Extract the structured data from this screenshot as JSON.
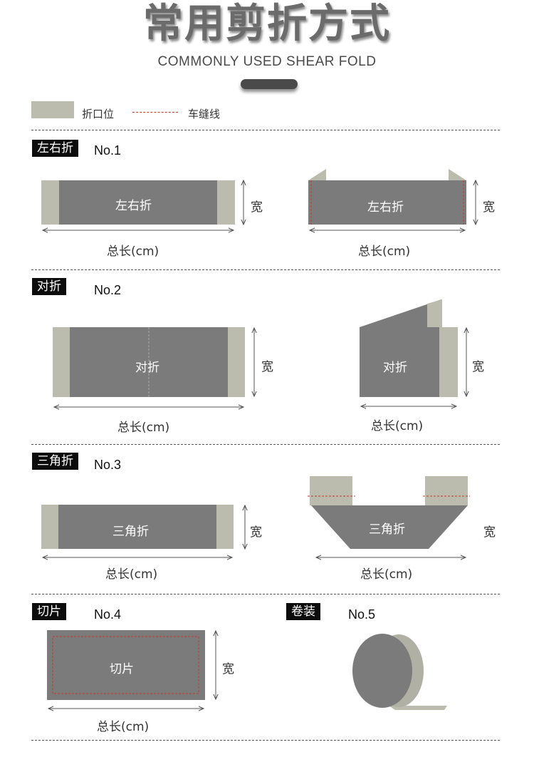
{
  "header": {
    "title": "常用剪折方式",
    "subtitle": "COMMONLY USED SHEAR FOLD"
  },
  "legend": {
    "fold_label": "折口位",
    "seam_label": "车缝线",
    "fold_color": "#bcbcae",
    "seam_color": "#c0392b"
  },
  "colors": {
    "fabric": "#7b7b7b",
    "fold": "#bcbcae",
    "seam": "#c0392b",
    "tag_bg": "#0c0c0c"
  },
  "sections": [
    {
      "tag": "左右折",
      "no": "No.1",
      "inner_left": "左右折",
      "inner_right": "左右折",
      "width": "宽",
      "length": "总长(cm)"
    },
    {
      "tag": "对折",
      "no": "No.2",
      "inner_left": "对折",
      "inner_right": "对折",
      "width": "宽",
      "length": "总长(cm)"
    },
    {
      "tag": "三角折",
      "no": "No.3",
      "inner_left": "三角折",
      "inner_right": "三角折",
      "width": "宽",
      "length": "总长(cm)"
    },
    {
      "tag": "切片",
      "no": "No.4",
      "inner_left": "切片",
      "width": "宽",
      "length": "总长(cm)"
    },
    {
      "tag": "卷装",
      "no": "No.5"
    }
  ]
}
